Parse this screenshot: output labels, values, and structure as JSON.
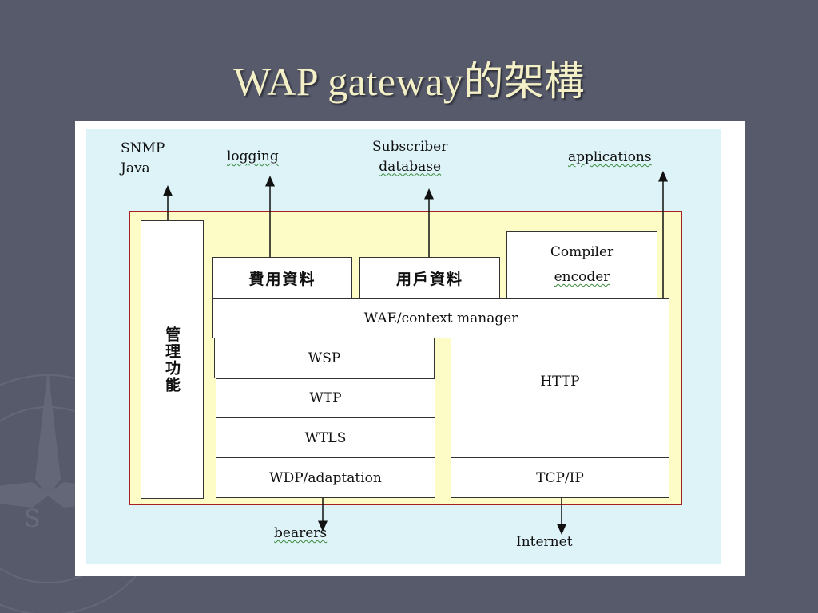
{
  "slide": {
    "title": "WAP gateway的架構"
  },
  "diagram": {
    "external_top": {
      "snmp": "SNMP",
      "java": "Java",
      "logging": "logging",
      "subscriber": "Subscriber",
      "database": "database",
      "applications": "applications"
    },
    "external_bottom": {
      "bearers": "bearers",
      "internet": "Internet"
    },
    "management": "管理功能",
    "billing_data": "費用資料",
    "user_data": "用戶資料",
    "compiler": "Compiler",
    "encoder": "encoder",
    "wae": "WAE/context manager",
    "wsp": "WSP",
    "wtp": "WTP",
    "wtls": "WTLS",
    "wdp": "WDP/adaptation",
    "http": "HTTP",
    "tcpip": "TCP/IP"
  },
  "colors": {
    "background": "#575a6b",
    "title": "#f3efc6",
    "panel": "#ddf3f8",
    "gateway_fill": "#fdfcc7",
    "gateway_border": "#a82020"
  }
}
